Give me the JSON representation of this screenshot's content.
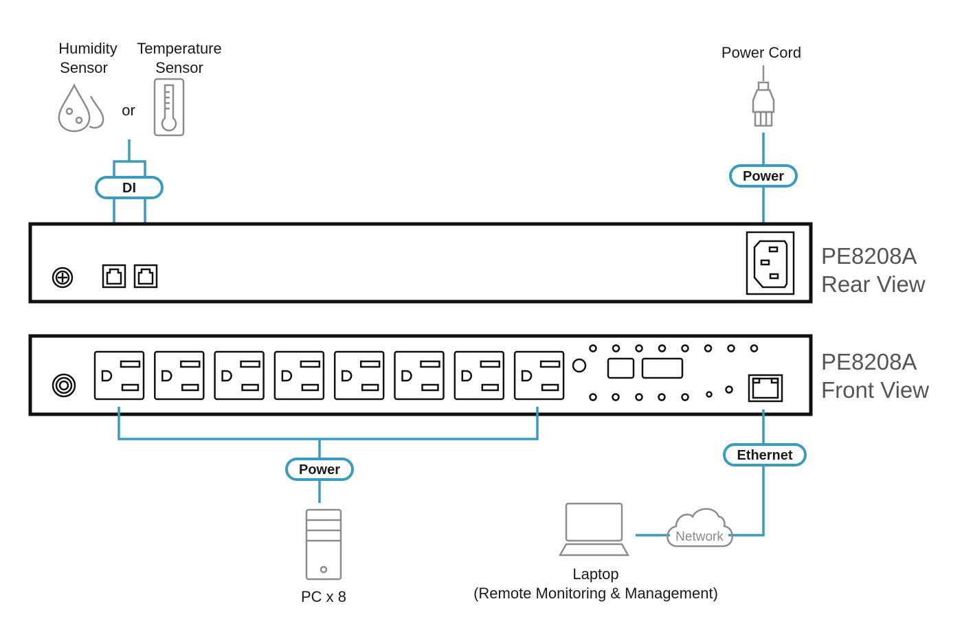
{
  "sensors": {
    "humidity_label_line1": "Humidity",
    "humidity_label_line2": "Sensor",
    "or_label": "or",
    "temperature_label_line1": "Temperature",
    "temperature_label_line2": "Sensor",
    "humidity_icon": "water-drops-icon",
    "temperature_icon": "thermometer-icon"
  },
  "connections": {
    "di_label": "DI",
    "power_rear_label": "Power",
    "power_front_label": "Power",
    "ethernet_label": "Ethernet",
    "network_label": "Network",
    "line_color": "#3a9bbf"
  },
  "power_cord": {
    "label": "Power Cord",
    "icon": "power-plug-icon"
  },
  "rear_view": {
    "model": "PE8208A",
    "view": "Rear View",
    "ports": [
      "ground-screw",
      "di-port-1",
      "di-port-2",
      "iec-c14-inlet"
    ]
  },
  "front_view": {
    "model": "PE8208A",
    "view": "Front View",
    "outlet_count": 8,
    "led_top_count": 8,
    "led_bottom_count": 7,
    "ports": [
      "ground-screw",
      "outlets",
      "reset-button",
      "display-small",
      "display-large",
      "rj45-ethernet-port"
    ]
  },
  "pc": {
    "label": "PC x 8",
    "icon": "pc-tower-icon"
  },
  "laptop": {
    "label_line1": "Laptop",
    "label_line2": "(Remote Monitoring & Management)",
    "icon": "laptop-icon"
  }
}
